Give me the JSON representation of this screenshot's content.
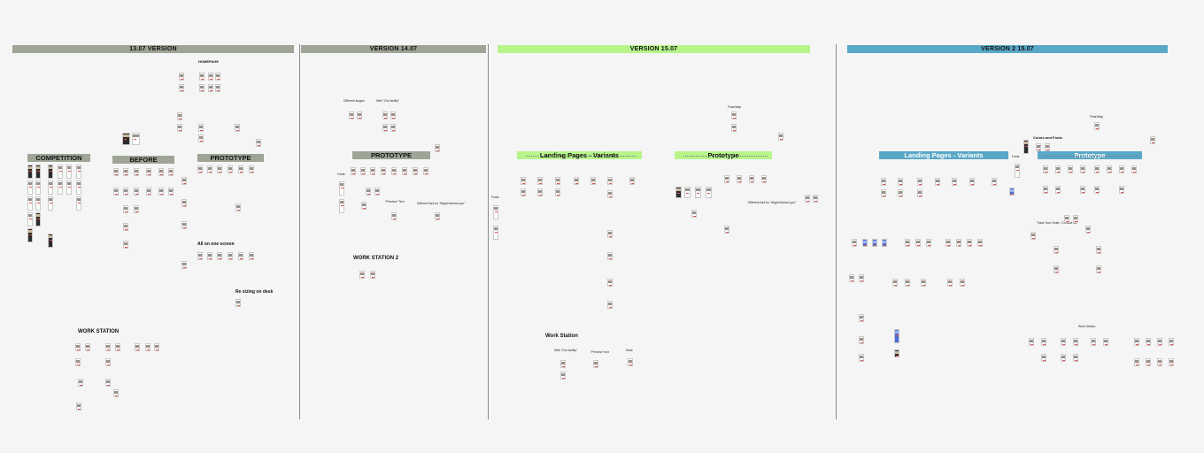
{
  "sections": [
    {
      "key": "v1307",
      "title": "13.07 VERSION",
      "color": "#9ea596"
    },
    {
      "key": "v1407",
      "title": "VERSION 14.07",
      "color": "#9ea596"
    },
    {
      "key": "v1507",
      "title": "VERSION 15.07",
      "color": "#b7f58b"
    },
    {
      "key": "v2",
      "title": "VERSION 2 15.07",
      "color": "#5aa8c8"
    }
  ],
  "tags": {
    "competition": "COMPETITION",
    "before": "BEFORE",
    "prototype_1": "PROTOTYPE",
    "prototype_2": "PROTOTYPE",
    "landing_3": "Landing Pages - Variants",
    "prototype_3": "Prototype",
    "landing_4": "Landing Pages - Variants",
    "prototype_4": "Prototype"
  },
  "headings": {
    "homepage": "HOMEPAGE",
    "work_station_1": "WORK STATION",
    "all_on_one": "All on one screen",
    "re_sizing": "Re sizing on desk",
    "work_station_2": "WORK STATION 2",
    "work_station_3": "Work Station",
    "colors_fonts": "Colors and Fonts"
  },
  "notes": {
    "different_slogan": "Different slogan",
    "with_our_facility": "With \"Our facility\"",
    "fonts_2": "Fonts",
    "preview_text": "\"Preview\" Text",
    "different_font": "Different font for \"Might interest you\"",
    "fonts_3": "Fonts",
    "final_map": "Final Map",
    "different_font_3": "Different font for \"Might interest you\"",
    "with_our_facility_3": "With \"Our facility\"",
    "preview_text_3": "\"Preview\" text",
    "desk": "Desk",
    "fonts_4": "Fonts",
    "final_map_4": "Final Map",
    "track_order": "Track Your Order / Contact Us",
    "work_station_4": "Work Station"
  },
  "colors": {
    "background": "#f5f5f5",
    "grey_banner": "#9ea596",
    "green_banner": "#b7f58b",
    "blue_banner": "#5aa8c8",
    "divider": "#8a8a8a"
  }
}
